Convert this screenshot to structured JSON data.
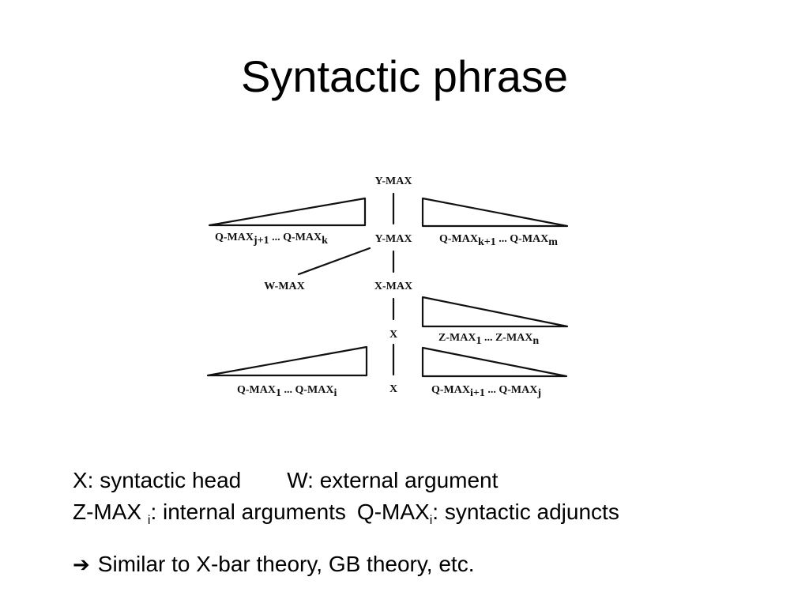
{
  "title": "Syntactic phrase",
  "diagram": {
    "y_max_top": "Y-MAX",
    "y_max_mid": "Y-MAX",
    "x_max": "X-MAX",
    "x_mid": "X",
    "x_bottom": "X",
    "w_max": "W-MAX",
    "q_left_top": {
      "a": "Q-MAX",
      "a_sub": "j+1",
      "mid": " ... Q-MAX",
      "b_sub": "k"
    },
    "q_right_top": {
      "a": "Q-MAX",
      "a_sub": "k+1",
      "mid": " ... Q-MAX",
      "b_sub": "m"
    },
    "z_right": {
      "a": "Z-MAX",
      "a_sub": "1",
      "mid": " ... Z-MAX",
      "b_sub": "n"
    },
    "q_left_bottom": {
      "a": "Q-MAX",
      "a_sub": "1",
      "mid": " ... Q-MAX",
      "b_sub": "i"
    },
    "q_right_bottom": {
      "a": "Q-MAX",
      "a_sub": "i+1",
      "mid": " ... Q-MAX",
      "b_sub": "j"
    }
  },
  "legend": {
    "head": "X: syntactic head",
    "external": "W: external argument",
    "internal_prefix": "Z-MAX",
    "internal_sub": "i",
    "internal_suffix": ": internal arguments",
    "adjunct_prefix": "Q-MAX",
    "adjunct_sub": "i",
    "adjunct_suffix": ": syntactic adjuncts"
  },
  "conclusion": {
    "arrow_icon": "➔",
    "text": "Similar to X-bar theory, GB theory, etc."
  }
}
